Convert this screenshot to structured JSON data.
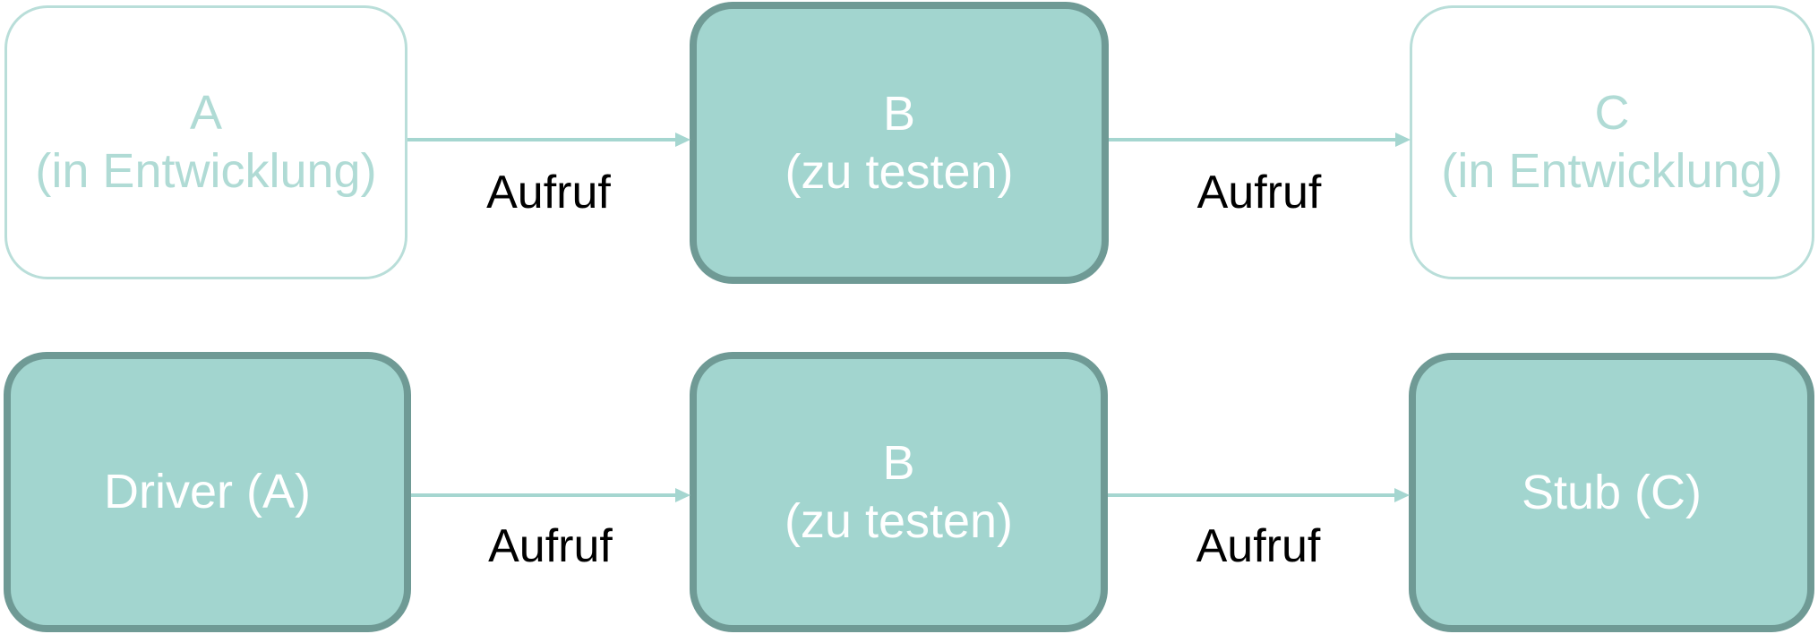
{
  "colors": {
    "node-fill": "#a2d5cf",
    "node-border-dark": "#6f9a95",
    "node-border-light": "#b9ded9",
    "node-text-light": "#b0dbd5",
    "node-text-white": "#ffffff",
    "arrow": "#a5d6d0",
    "label-text": "#000000",
    "background": "#ffffff"
  },
  "diagram": {
    "top_row": {
      "node_a": {
        "lines": [
          "A",
          "(in Entwicklung)"
        ]
      },
      "node_b": {
        "lines": [
          "B",
          "(zu testen)"
        ]
      },
      "node_c": {
        "lines": [
          "C",
          "(in Entwicklung)"
        ]
      },
      "edge_a_to_b": {
        "label": "Aufruf"
      },
      "edge_b_to_c": {
        "label": "Aufruf"
      }
    },
    "bottom_row": {
      "node_driver": {
        "lines": [
          "Driver (A)"
        ]
      },
      "node_b": {
        "lines": [
          "B",
          "(zu testen)"
        ]
      },
      "node_stub": {
        "lines": [
          "Stub (C)"
        ]
      },
      "edge_driver_to_b": {
        "label": "Aufruf"
      },
      "edge_b_to_stub": {
        "label": "Aufruf"
      }
    }
  }
}
